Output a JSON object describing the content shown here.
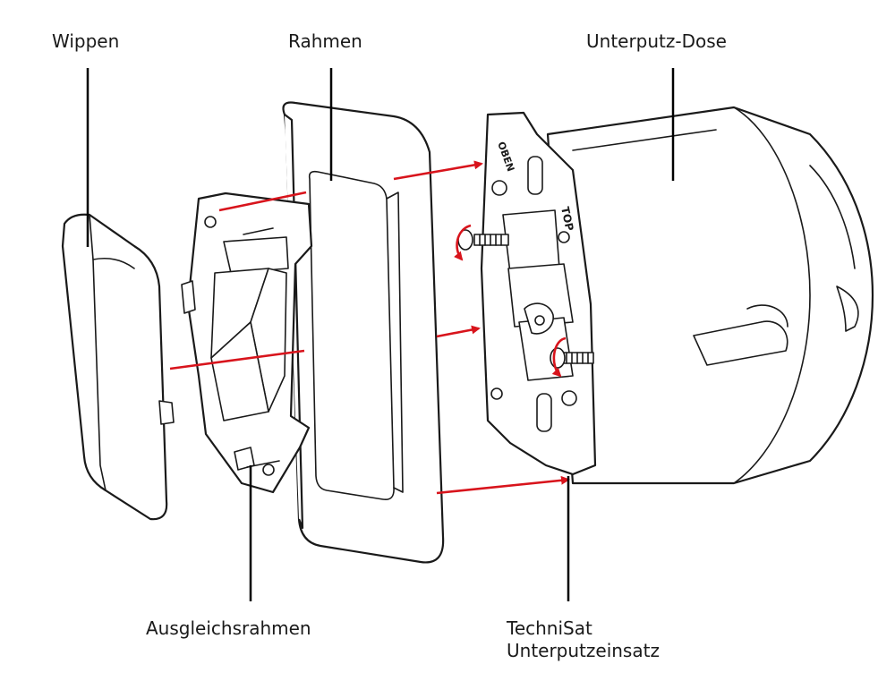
{
  "labels": {
    "wippen": "Wippen",
    "rahmen": "Rahmen",
    "dose": "Unterputz-Dose",
    "ausgleichsrahmen": "Ausgleichsrahmen",
    "einsatz_line1": "TechniSat",
    "einsatz_line2": "Unterputzeinsatz"
  },
  "insert_markings": {
    "oben": "OBEN",
    "top": "TOP"
  },
  "colors": {
    "arrow": "#d8141c",
    "outline": "#1a1a1a",
    "background": "#ffffff"
  }
}
